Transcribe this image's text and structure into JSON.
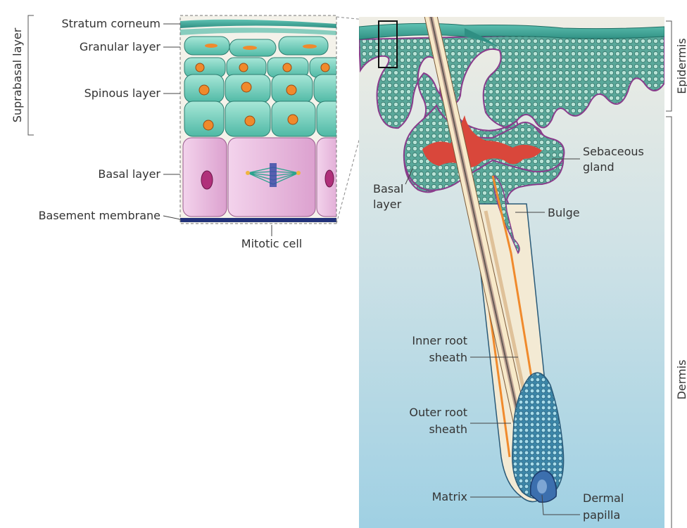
{
  "left_panel": {
    "group_label": "Suprabasal layer",
    "labels": {
      "stratum_corneum": "Stratum corneum",
      "granular_layer": "Granular layer",
      "spinous_layer": "Spinous layer",
      "basal_layer": "Basal layer",
      "basement_membrane": "Basement membrane",
      "mitotic_cell": "Mitotic cell"
    }
  },
  "right_panel": {
    "labels": {
      "sebaceous_gland": [
        "Sebaceous",
        "gland"
      ],
      "basal_layer": [
        "Basal",
        "layer"
      ],
      "bulge": "Bulge",
      "inner_root_sheath": [
        "Inner root",
        "sheath"
      ],
      "outer_root_sheath": [
        "Outer root",
        "sheath"
      ],
      "matrix": "Matrix",
      "dermal_papilla": [
        "Dermal",
        "papilla"
      ]
    },
    "side_labels": {
      "epidermis": "Epidermis",
      "dermis": "Dermis"
    }
  },
  "colors": {
    "corneum_teal": "#3aa79a",
    "spinous_cell": "#7fd3c2",
    "basal_cell": "#e7b6dc",
    "nucleus_orange": "#f08a2c",
    "basement_navy": "#22327a",
    "sebum_red": "#d9473b",
    "dermis_top": "#ecebe2",
    "dermis_bottom": "#9fd1e4",
    "hair_shaft": "#f7e9c9",
    "papilla_blue": "#3c6fae"
  }
}
